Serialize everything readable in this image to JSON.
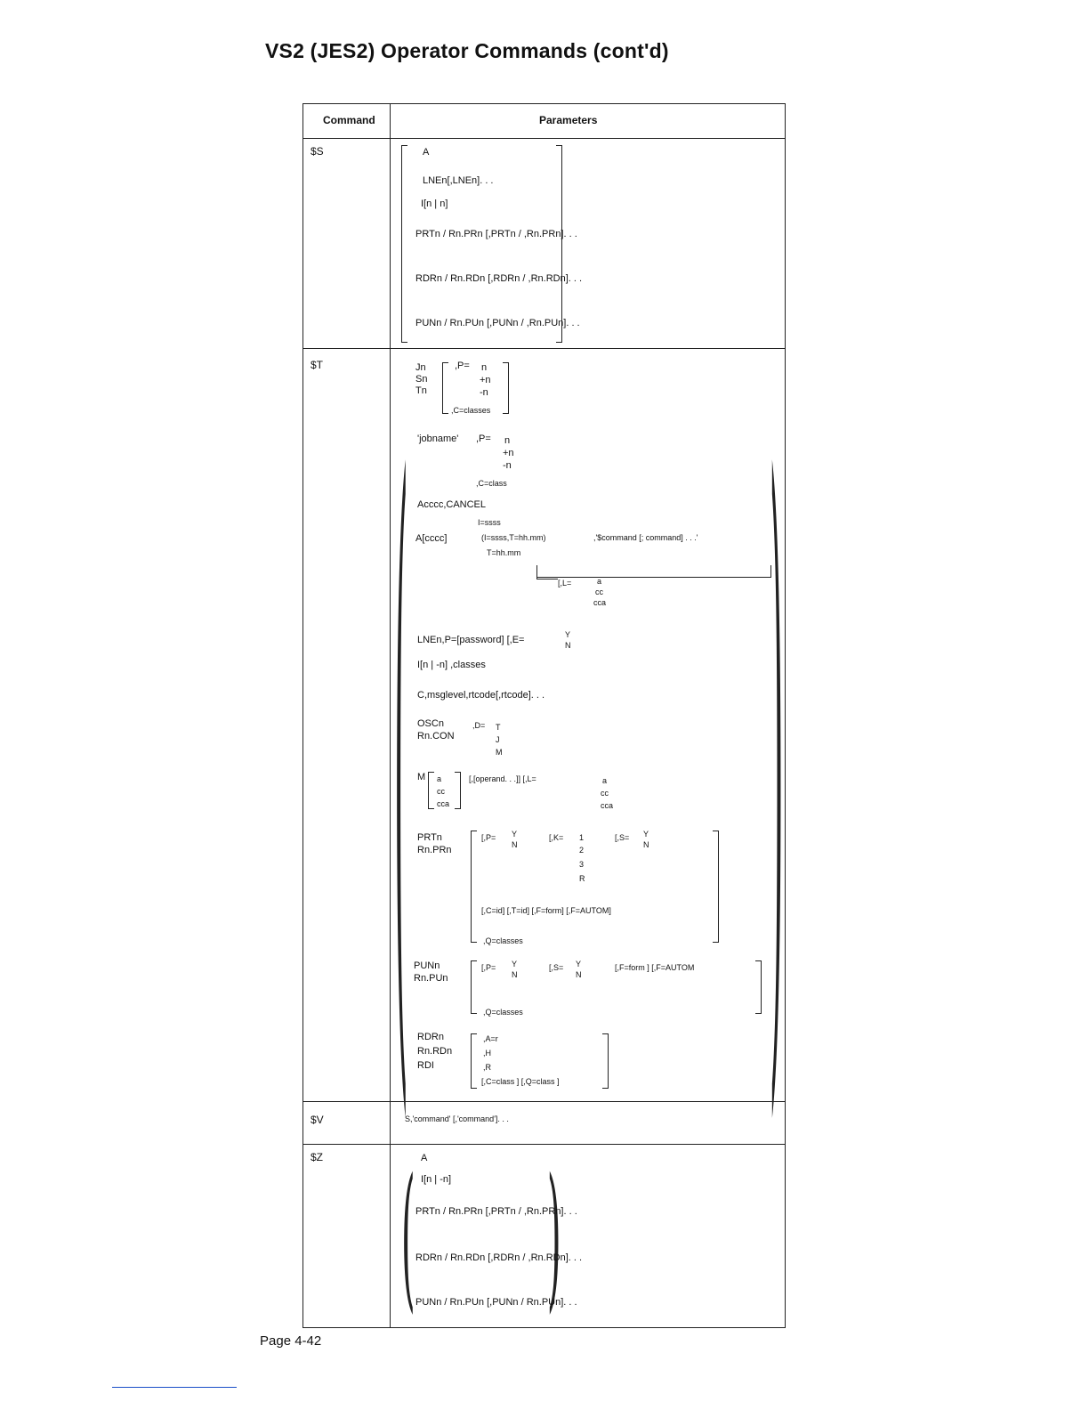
{
  "page_title": "VS2 (JES2) Operator Commands (cont'd)",
  "table": {
    "col_command": "Command",
    "col_parameters": "Parameters"
  },
  "rows": {
    "ss": {
      "command": "$S",
      "lines": [
        "A",
        "LNEn[,LNEn]. . .",
        "I[n | n]",
        "PRTn / Rn.PRn  [,PRTn / ,Rn.PRn]. . .",
        "RDRn / Rn.RDn  [,RDRn / ,Rn.RDn]. . .",
        "PUNn / Rn.PUn  [,PUNn / ,Rn.PUn]. . ."
      ]
    },
    "st": {
      "command": "$T",
      "jn": "Jn",
      "sn": "Sn",
      "tn": "Tn",
      "p_eq": ",P=",
      "n": "n",
      "plus_n": "+n",
      "minus_n": "-n",
      "c_classes": ",C=classes",
      "jobname": "'jobname'",
      "c_class": ",C=class",
      "acccc_cancel": "Acccc,CANCEL",
      "a_cccc": "A[cccc]",
      "i_ssss": "I=ssss",
      "i_ssss_t": "(I=ssss,T=hh.mm)",
      "t_hhmm": "T=hh.mm",
      "command_list": ",'$command [; command] . . .'",
      "l_eq": "[,L=",
      "l_a": "a",
      "l_cc": "cc",
      "l_cca": "cca",
      "lnen": "LNEn,P=[password] [,E=",
      "y": "Y",
      "n_letter": "N",
      "i_line": "I[n | -n] ,classes",
      "c_msglevel": "C,msglevel,rtcode[,rtcode]. . .",
      "oscn": "OSCn",
      "rn_con": "Rn.CON",
      "d_eq": ",D=",
      "d_t": "T",
      "d_j": "J",
      "d_m": "M",
      "m_line": "M",
      "operand": "[,[operand. . .]] [,L=",
      "prtn": "PRTn",
      "rn_prn": "Rn.PRn",
      "prt_line1": "[,P=",
      "k_eq": "[,K=",
      "s_eq": "[,S=",
      "k_1": "1",
      "k_2": "2",
      "k_3": "3",
      "k_r": "R",
      "prt_line2": "[,C=id] [,T=id] [,F=form] [,F=AUTOM]",
      "q_classes": ",Q=classes",
      "punn": "PUNn",
      "rn_pun": "Rn.PUn",
      "pun_line1": "[,P=",
      "pun_f": "[,F=form ] [,F=AUTOM",
      "rdrn": "RDRn",
      "rn_rdn": "Rn.RDn",
      "rdi": "RDI",
      "a_r": ",A=r",
      "h": ",H",
      "r": ",R",
      "c_q_class": "[,C=class ] [,Q=class ]"
    },
    "sv": {
      "command": "$V",
      "line": "S,'command' [,'command']. . ."
    },
    "sz": {
      "command": "$Z",
      "lines": [
        "A",
        "I[n | -n]",
        "PRTn / Rn.PRn  [,PRTn / ,Rn.PRn]. . .",
        "RDRn / Rn.RDn  [,RDRn / ,Rn.RDn]. . .",
        "PUNn / Rn.PUn  [,PUNn / Rn.PUn]. . ."
      ]
    }
  },
  "footer": "Page 4-42"
}
